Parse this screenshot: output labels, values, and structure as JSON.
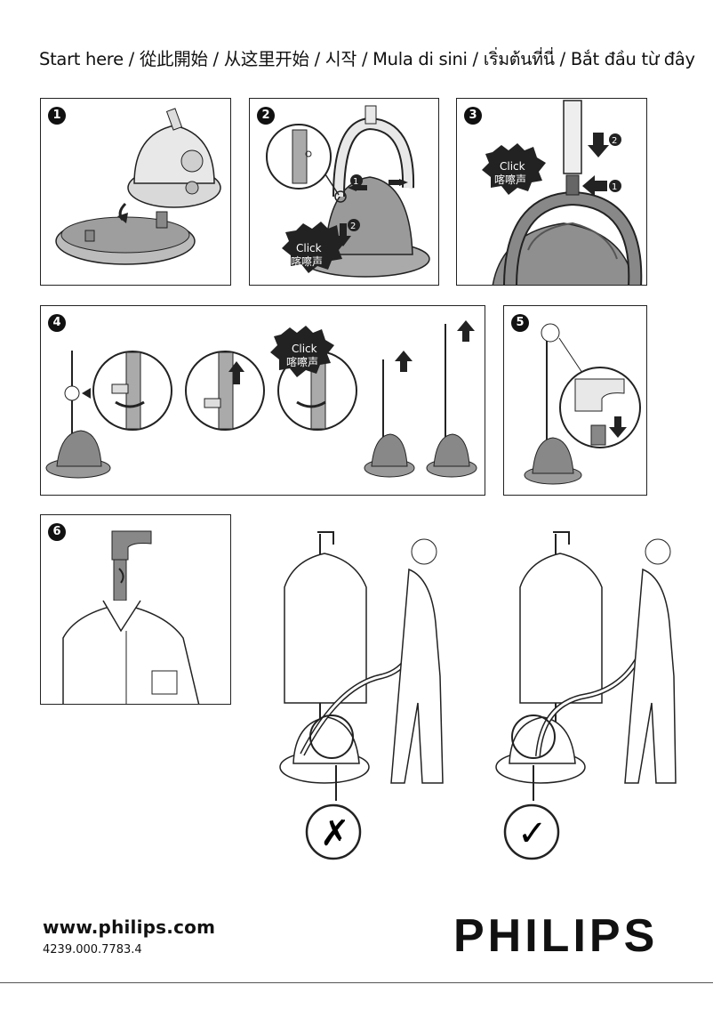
{
  "header": {
    "title": "Start here / 從此開始 / 从这里开始 / 시작 / Mula di sini / เริ่มต้นที่นี่ / Bắt đầu từ đây"
  },
  "steps": [
    {
      "number": "1"
    },
    {
      "number": "2",
      "badge_en": "Click",
      "badge_zh": "喀嚓声",
      "sub1": "1",
      "sub2": "2"
    },
    {
      "number": "3",
      "badge_en": "Click",
      "badge_zh": "喀嚓声",
      "sub1": "1",
      "sub2": "2"
    },
    {
      "number": "4",
      "badge_en": "Click",
      "badge_zh": "喀嚓声"
    },
    {
      "number": "5"
    },
    {
      "number": "6"
    }
  ],
  "usage": {
    "wrong_mark": "✗",
    "right_mark": "✓"
  },
  "footer": {
    "website": "www.philips.com",
    "code": "4239.000.7783.4",
    "brand": "PHILIPS"
  },
  "colors": {
    "steamer": "#cfcfcf",
    "steamer_dark": "#9a9a9a",
    "tray": "#bcbcbc",
    "badge": "#222222"
  }
}
